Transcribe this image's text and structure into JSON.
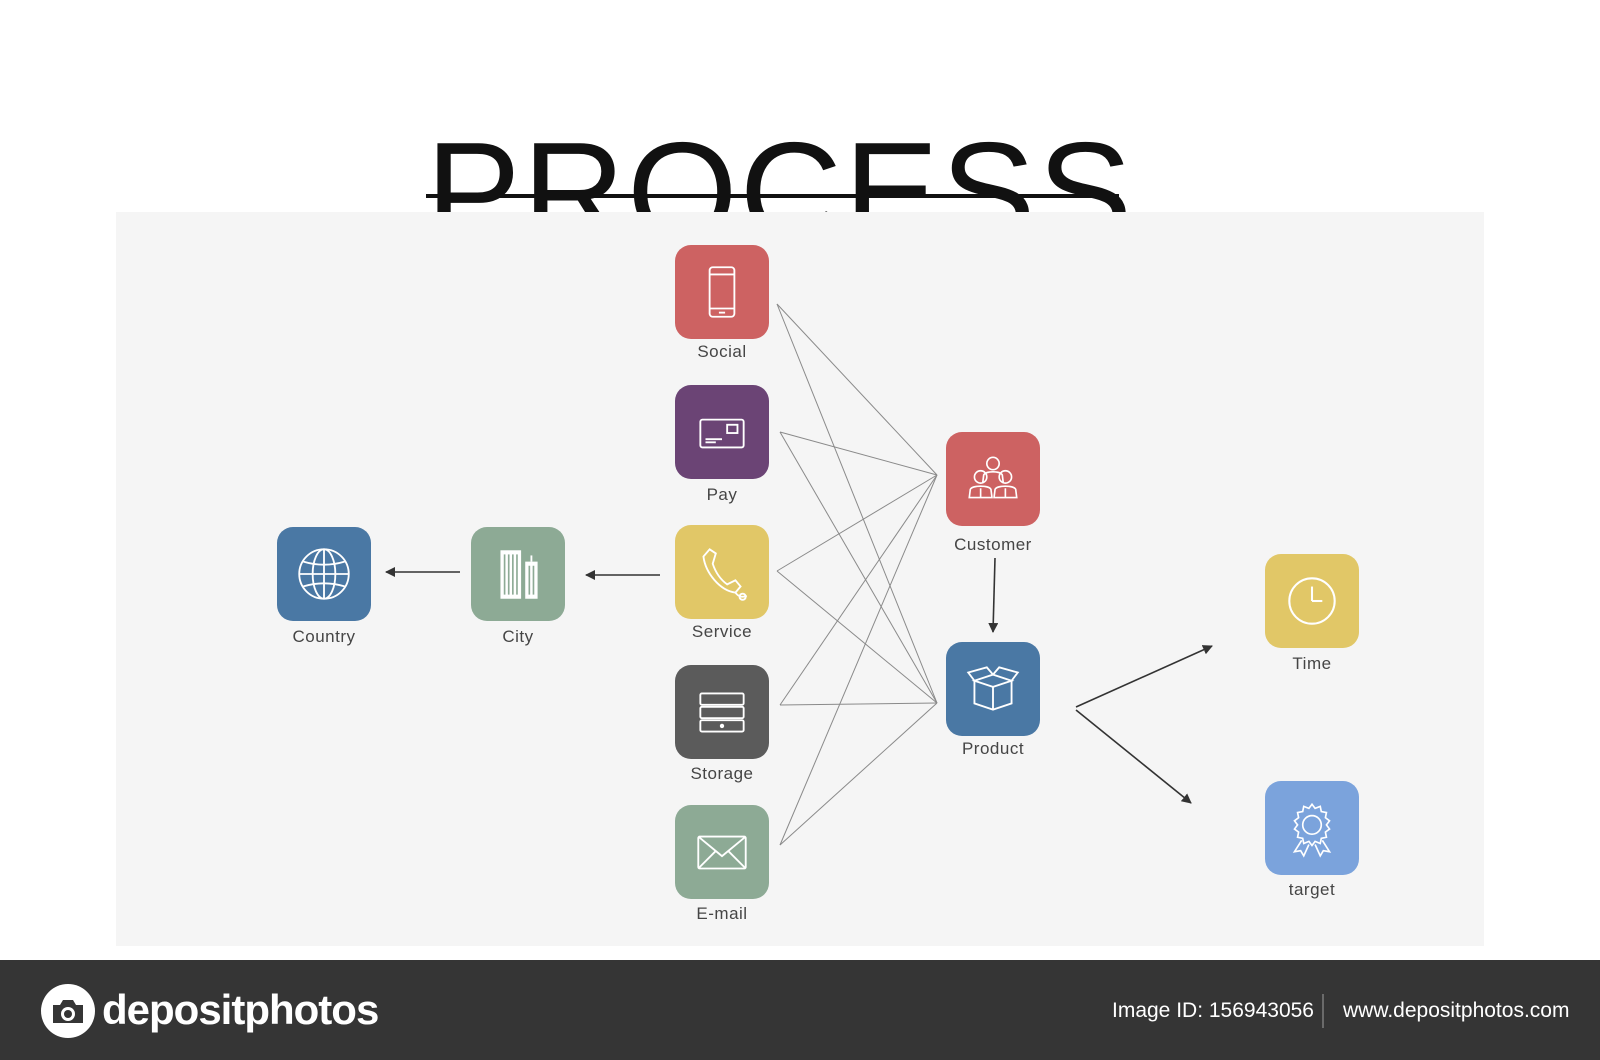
{
  "title": "PROCESS",
  "colors": {
    "social": "#cd6262",
    "pay": "#6b4475",
    "service": "#e1c767",
    "storage": "#5b5b5b",
    "email": "#8daa95",
    "city": "#8daa95",
    "country": "#4a78a4",
    "customer": "#cd6262",
    "product": "#4a78a4",
    "time": "#e1c767",
    "target": "#7ba3dc"
  },
  "nodes": {
    "social": {
      "label": "Social",
      "icon": "smartphone-icon"
    },
    "pay": {
      "label": "Pay",
      "icon": "credit-card-icon"
    },
    "service": {
      "label": "Service",
      "icon": "telephone-icon"
    },
    "storage": {
      "label": "Storage",
      "icon": "server-icon"
    },
    "email": {
      "label": "E-mail",
      "icon": "envelope-icon"
    },
    "city": {
      "label": "City",
      "icon": "buildings-icon"
    },
    "country": {
      "label": "Country",
      "icon": "globe-icon"
    },
    "customer": {
      "label": "Customer",
      "icon": "people-group-icon"
    },
    "product": {
      "label": "Product",
      "icon": "box-icon"
    },
    "time": {
      "label": "Time",
      "icon": "clock-icon"
    },
    "target": {
      "label": "target",
      "icon": "award-badge-icon"
    }
  },
  "footer": {
    "brand": "depositphotos",
    "image_id": "Image ID: 156943056",
    "url": "www.depositphotos.com"
  }
}
